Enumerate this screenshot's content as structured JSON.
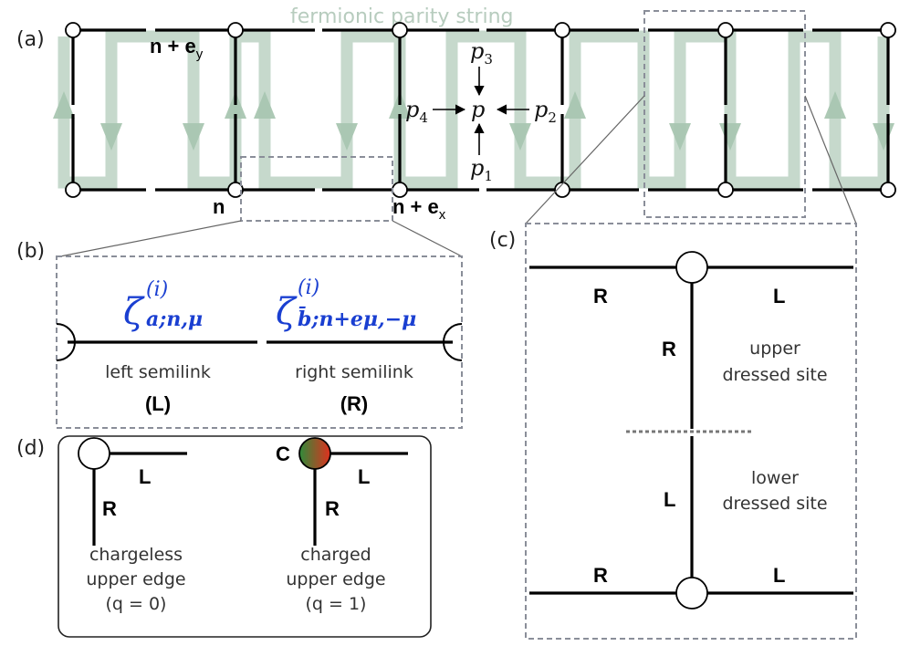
{
  "panel_a": {
    "label": "(a)",
    "parity_caption": "fermionic parity string",
    "site_n": "n",
    "site_n_ex": "n + e",
    "site_n_ex_sub": "x",
    "site_n_ey": "n + e",
    "site_n_ey_sub": "y",
    "plaquette": "p",
    "p1": "p",
    "p1_sub": "1",
    "p2": "p",
    "p2_sub": "2",
    "p3": "p",
    "p3_sub": "3",
    "p4": "p",
    "p4_sub": "4"
  },
  "panel_b": {
    "label": "(b)",
    "left_zeta": "ζ",
    "left_sup": "(i)",
    "left_sub": "a;n,μ",
    "right_zeta": "ζ",
    "right_sup": "(i)",
    "right_sub": "b̄;n+eμ,−μ",
    "left_caption": "left semilink",
    "left_tag": "(L)",
    "right_caption": "right semilink",
    "right_tag": "(R)"
  },
  "panel_c": {
    "label": "(c)",
    "top_left": "R",
    "top_right": "L",
    "vert_upper": "R",
    "vert_lower": "L",
    "bottom_left": "R",
    "bottom_right": "L",
    "upper_line1": "upper",
    "upper_line2": "dressed site",
    "lower_line1": "lower",
    "lower_line2": "dressed site"
  },
  "panel_d": {
    "label": "(d)",
    "left_L": "L",
    "left_R": "R",
    "left_line1": "chargeless",
    "left_line2": "upper edge",
    "left_line3": "(q = 0)",
    "right_C": "C",
    "right_L": "L",
    "right_R": "R",
    "right_line1": "charged",
    "right_line2": "upper edge",
    "right_line3": "(q = 1)",
    "charge_color_start": "#2e8b3a",
    "charge_color_end": "#e0301e"
  }
}
